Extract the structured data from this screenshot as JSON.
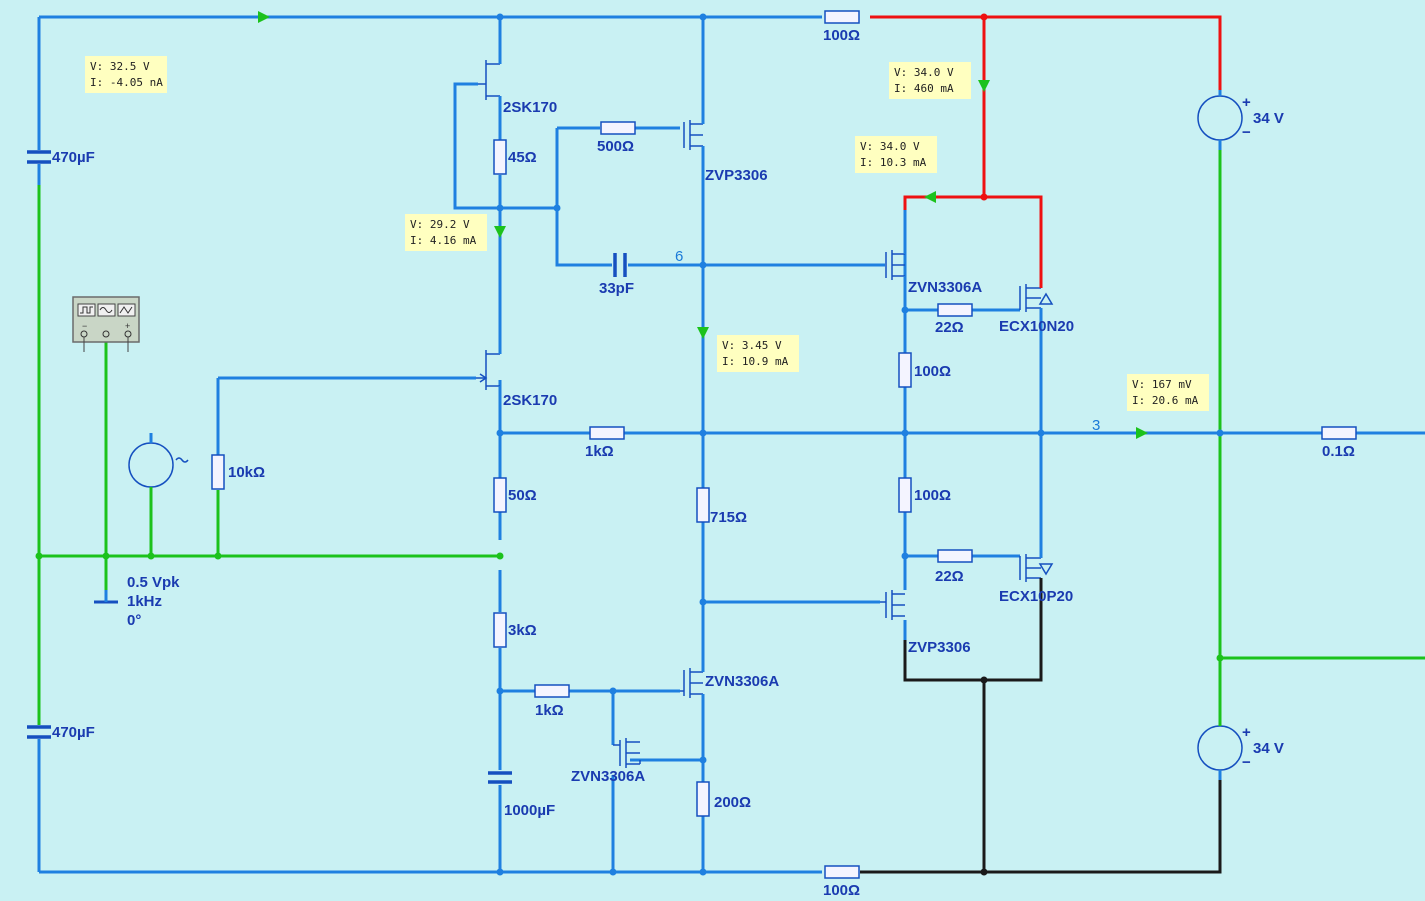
{
  "components": {
    "c_top": "470µF",
    "c_bottom": "470µF",
    "jfet_top": "2SK170",
    "jfet_mid": "2SK170",
    "r_45": "45Ω",
    "r_500": "500Ω",
    "c_33p": "33pF",
    "zvp_top": "ZVP3306",
    "r_100_top": "100Ω",
    "r_100_bottom": "100Ω",
    "zvn_mid": "ZVN3306A",
    "r_22_top": "22Ω",
    "ecx_n": "ECX10N20",
    "r_100_a": "100Ω",
    "r_100_b": "100Ω",
    "r_22_bot": "22Ω",
    "ecx_p": "ECX10P20",
    "zvp_bot": "ZVP3306",
    "r_10k": "10kΩ",
    "r_1k_mid": "1kΩ",
    "r_50": "50Ω",
    "r_715": "715Ω",
    "r_3k": "3kΩ",
    "r_1k_bot": "1kΩ",
    "zvn_bot_right": "ZVN3306A",
    "zvn_bot_left": "ZVN3306A",
    "c_1000": "1000µF",
    "r_200": "200Ω",
    "r_01": "0.1Ω",
    "vs_top": "34 V",
    "vs_bottom": "34 V",
    "plus_top": "+",
    "minus_top": "−",
    "plus_bot": "+",
    "minus_bot": "−",
    "sig_amp": "0.5 Vpk",
    "sig_freq": "1kHz",
    "sig_phase": "0°"
  },
  "nets": {
    "net6": "6",
    "net3": "3"
  },
  "probes": [
    {
      "v": "V: 32.5 V",
      "i": "I: -4.05 nA"
    },
    {
      "v": "V: 34.0 V",
      "i": "I: 460 mA"
    },
    {
      "v": "V: 34.0 V",
      "i": "I: 10.3 mA"
    },
    {
      "v": "V: 29.2 V",
      "i": "I: 4.16 mA"
    },
    {
      "v": "V: 3.45 V",
      "i": "I: 10.9 mA"
    },
    {
      "v": "V: 167 mV",
      "i": "I: 20.6 mA"
    }
  ],
  "instrument": {
    "icon": "function-generator-icon",
    "minus": "−",
    "plus": "+"
  },
  "colors": {
    "background": "#c9f1f3",
    "wire_blue": "#1f80e0",
    "wire_green": "#1cc21c",
    "wire_red": "#ee1111",
    "wire_black": "#1a1a1a",
    "label": "#1a3bb0",
    "probe_bg": "#ffffc0"
  }
}
